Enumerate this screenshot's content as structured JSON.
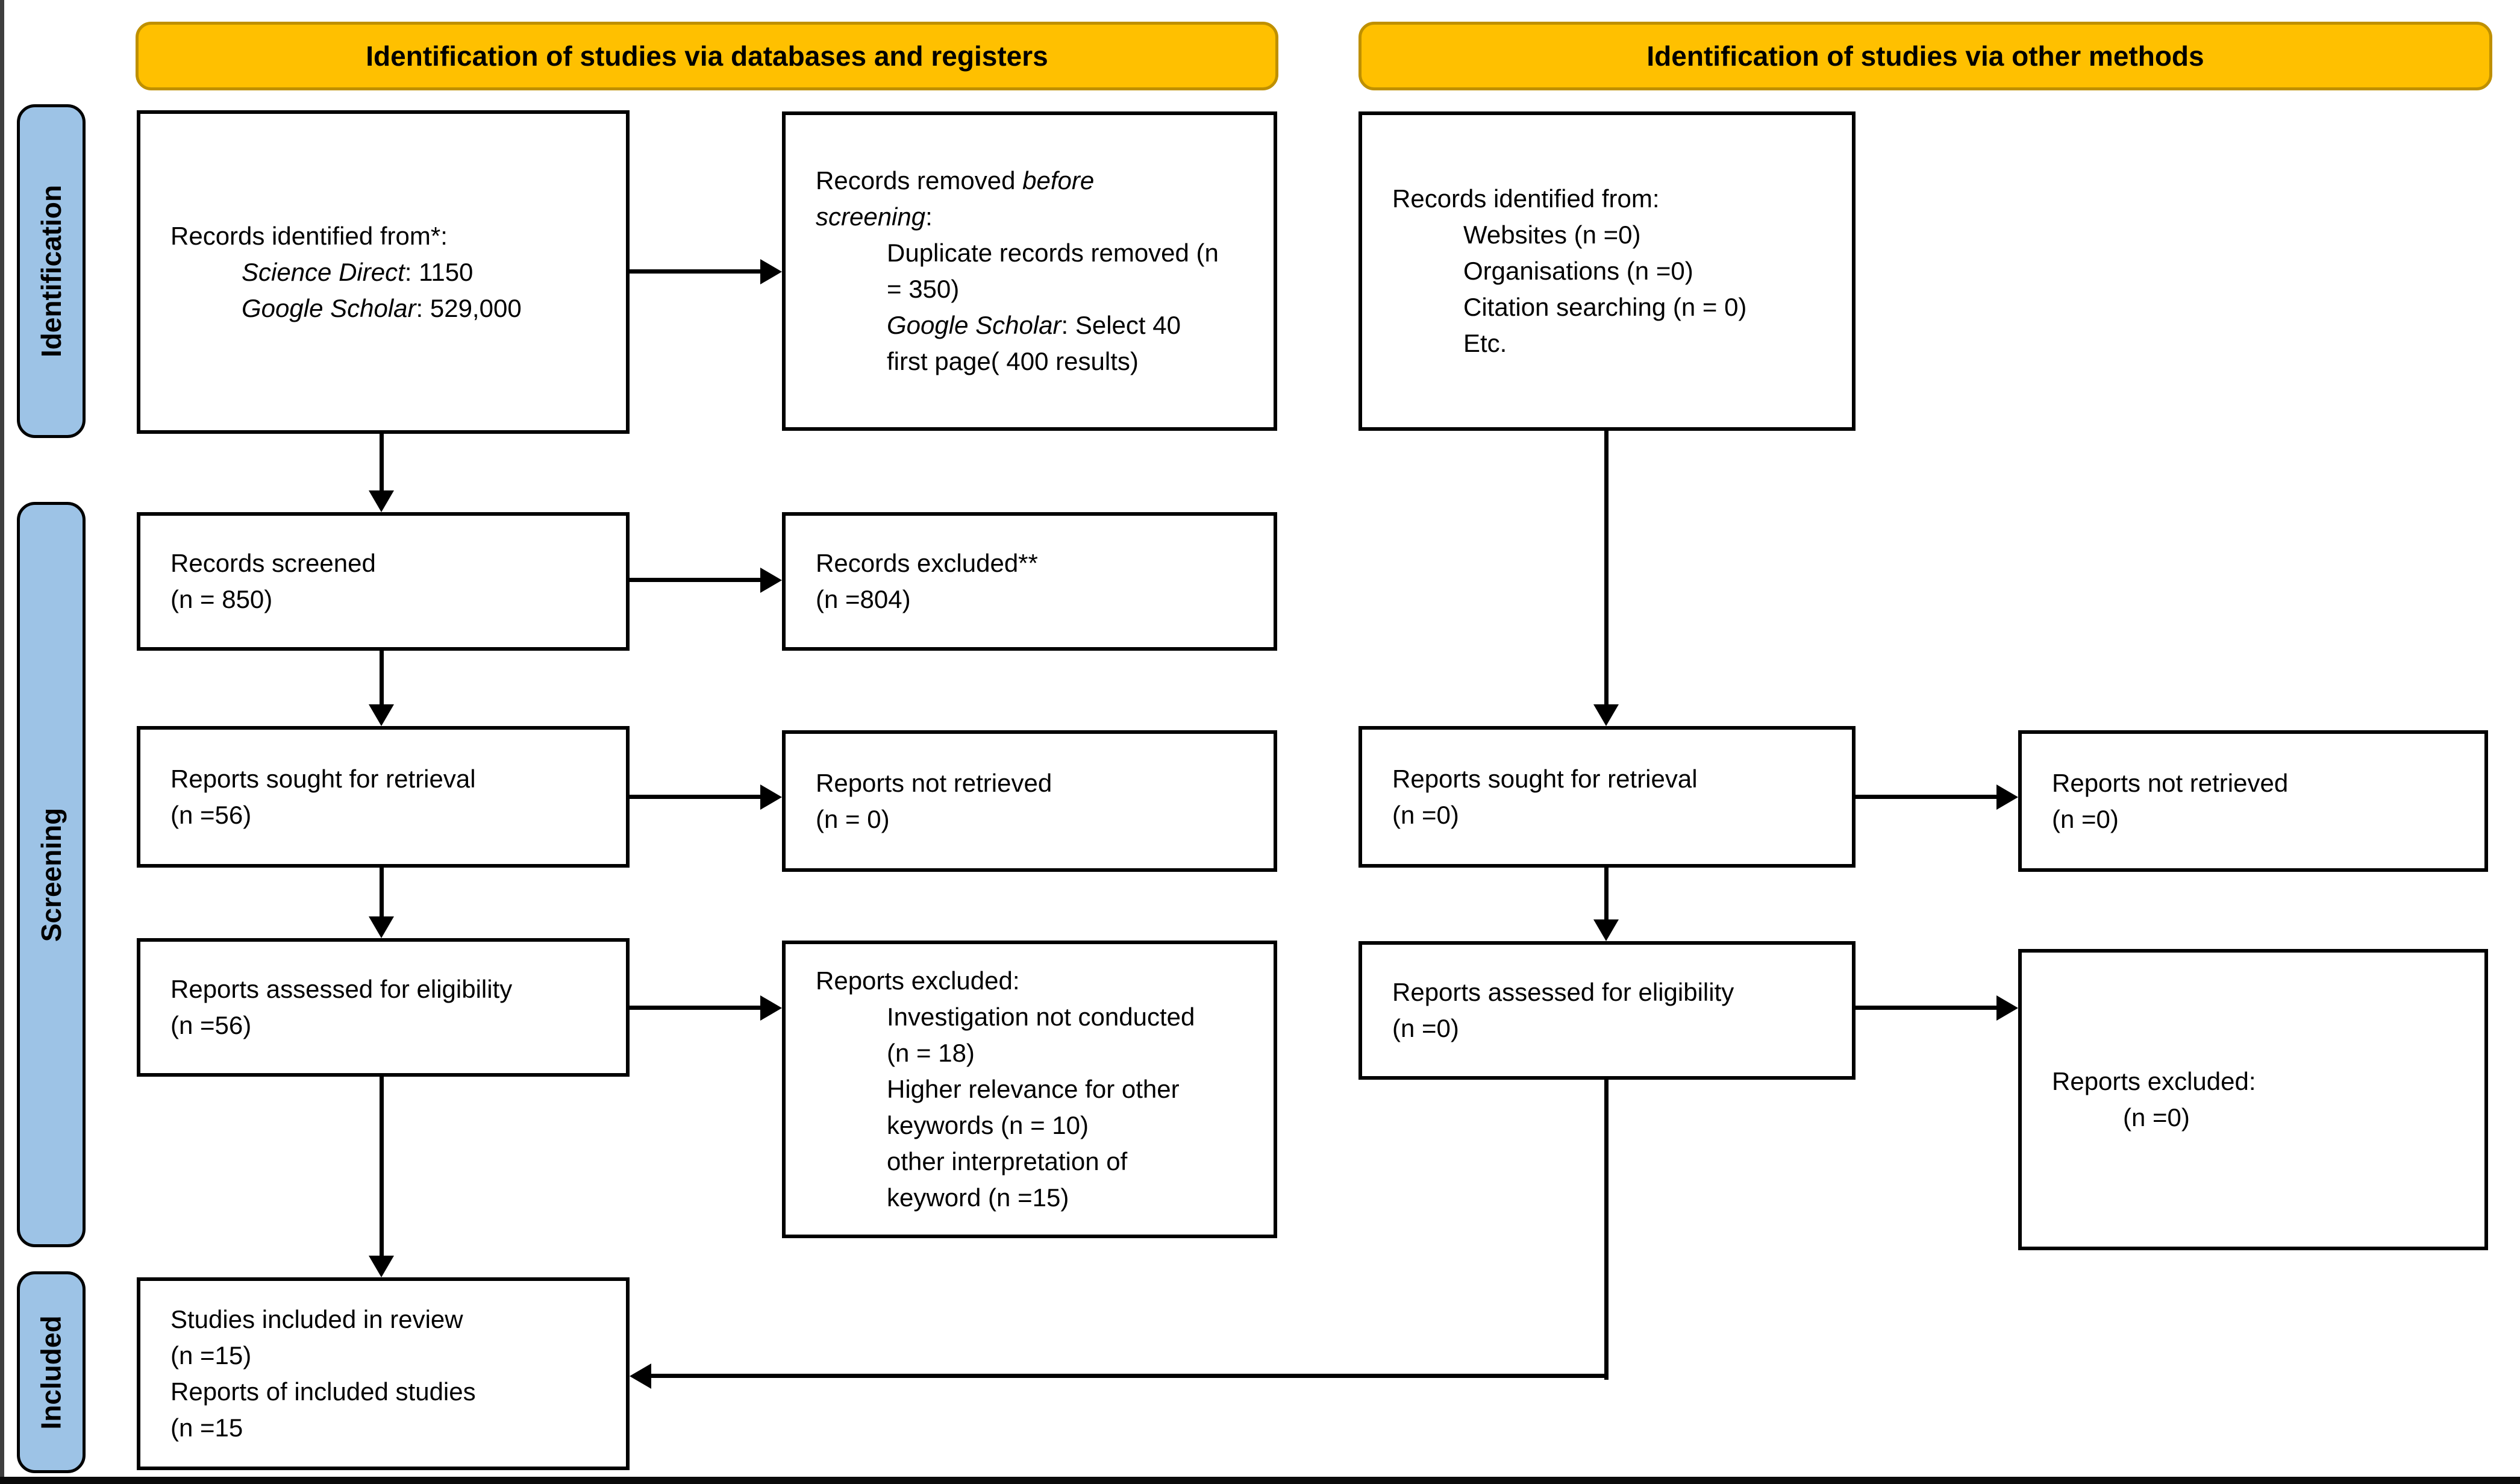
{
  "colors": {
    "banner_fill": "#FFC000",
    "banner_border": "#BF9000",
    "sidebar_fill": "#9DC3E6",
    "line": "#000000"
  },
  "banners": {
    "databases": "Identification of studies via databases and registers",
    "other": "Identification of studies via other methods"
  },
  "sidebar": {
    "identification": "Identification",
    "screening": "Screening",
    "included": "Included"
  },
  "boxes": {
    "db_identified": {
      "lines": [
        {
          "indent": 0,
          "segments": [
            {
              "text": "Records identified from*:"
            }
          ]
        },
        {
          "indent": 1,
          "segments": [
            {
              "text": "Science Direct",
              "italic": true
            },
            {
              "text": ": 1150"
            }
          ]
        },
        {
          "indent": 1,
          "segments": [
            {
              "text": "Google Scholar",
              "italic": true
            },
            {
              "text": ": 529,000"
            }
          ]
        }
      ]
    },
    "db_removed": {
      "lines": [
        {
          "indent": 0,
          "segments": [
            {
              "text": "Records removed "
            },
            {
              "text": "before",
              "italic": true
            }
          ]
        },
        {
          "indent": 0,
          "segments": [
            {
              "text": "screening",
              "italic": true
            },
            {
              "text": ":"
            }
          ]
        },
        {
          "indent": 1,
          "segments": [
            {
              "text": "Duplicate records removed (n"
            }
          ]
        },
        {
          "indent": 1,
          "segments": [
            {
              "text": "= 350)"
            }
          ]
        },
        {
          "indent": 1,
          "segments": [
            {
              "text": "Google Scholar",
              "italic": true
            },
            {
              "text": ": Select 40"
            }
          ]
        },
        {
          "indent": 1,
          "segments": [
            {
              "text": "first page( 400 results)"
            }
          ]
        }
      ]
    },
    "other_identified": {
      "lines": [
        {
          "indent": 0,
          "segments": [
            {
              "text": "Records identified from:"
            }
          ]
        },
        {
          "indent": 1,
          "segments": [
            {
              "text": "Websites (n =0)"
            }
          ]
        },
        {
          "indent": 1,
          "segments": [
            {
              "text": "Organisations (n =0)"
            }
          ]
        },
        {
          "indent": 1,
          "segments": [
            {
              "text": "Citation searching (n = 0)"
            }
          ]
        },
        {
          "indent": 1,
          "segments": [
            {
              "text": "Etc."
            }
          ]
        }
      ]
    },
    "records_screened": {
      "lines": [
        {
          "indent": 0,
          "segments": [
            {
              "text": "Records screened"
            }
          ]
        },
        {
          "indent": 0,
          "segments": [
            {
              "text": "(n = 850)"
            }
          ]
        }
      ]
    },
    "records_excluded": {
      "lines": [
        {
          "indent": 0,
          "segments": [
            {
              "text": "Records excluded**"
            }
          ]
        },
        {
          "indent": 0,
          "segments": [
            {
              "text": "(n =804)"
            }
          ]
        }
      ]
    },
    "reports_sought_db": {
      "lines": [
        {
          "indent": 0,
          "segments": [
            {
              "text": "Reports sought for retrieval"
            }
          ]
        },
        {
          "indent": 0,
          "segments": [
            {
              "text": "(n =56)"
            }
          ]
        }
      ]
    },
    "reports_not_retrieved_db": {
      "lines": [
        {
          "indent": 0,
          "segments": [
            {
              "text": "Reports not retrieved"
            }
          ]
        },
        {
          "indent": 0,
          "segments": [
            {
              "text": "(n = 0)"
            }
          ]
        }
      ]
    },
    "reports_assessed_db": {
      "lines": [
        {
          "indent": 0,
          "segments": [
            {
              "text": "Reports assessed for eligibility"
            }
          ]
        },
        {
          "indent": 0,
          "segments": [
            {
              "text": "(n =56)"
            }
          ]
        }
      ]
    },
    "reports_excluded_db": {
      "lines": [
        {
          "indent": 0,
          "segments": [
            {
              "text": "Reports excluded:"
            }
          ]
        },
        {
          "indent": 1,
          "segments": [
            {
              "text": "Investigation not conducted"
            }
          ]
        },
        {
          "indent": 1,
          "segments": [
            {
              "text": "(n = 18)"
            }
          ]
        },
        {
          "indent": 1,
          "segments": [
            {
              "text": "Higher relevance for other"
            }
          ]
        },
        {
          "indent": 1,
          "segments": [
            {
              "text": "keywords (n = 10)"
            }
          ]
        },
        {
          "indent": 1,
          "segments": [
            {
              "text": "other interpretation of"
            }
          ]
        },
        {
          "indent": 1,
          "segments": [
            {
              "text": "keyword (n =15)"
            }
          ]
        }
      ]
    },
    "reports_sought_other": {
      "lines": [
        {
          "indent": 0,
          "segments": [
            {
              "text": "Reports sought for retrieval"
            }
          ]
        },
        {
          "indent": 0,
          "segments": [
            {
              "text": "(n =0)"
            }
          ]
        }
      ]
    },
    "reports_not_retrieved_other": {
      "lines": [
        {
          "indent": 0,
          "segments": [
            {
              "text": "Reports not retrieved"
            }
          ]
        },
        {
          "indent": 0,
          "segments": [
            {
              "text": "(n =0)"
            }
          ]
        }
      ]
    },
    "reports_assessed_other": {
      "lines": [
        {
          "indent": 0,
          "segments": [
            {
              "text": "Reports assessed for eligibility"
            }
          ]
        },
        {
          "indent": 0,
          "segments": [
            {
              "text": "(n =0)"
            }
          ]
        }
      ]
    },
    "reports_excluded_other": {
      "lines": [
        {
          "indent": 0,
          "segments": [
            {
              "text": "Reports excluded:"
            }
          ]
        },
        {
          "indent": 1,
          "segments": [
            {
              "text": "(n =0)"
            }
          ]
        }
      ]
    },
    "included_studies": {
      "lines": [
        {
          "indent": 0,
          "segments": [
            {
              "text": "Studies included in review"
            }
          ]
        },
        {
          "indent": 0,
          "segments": [
            {
              "text": "(n =15)"
            }
          ]
        },
        {
          "indent": 0,
          "segments": [
            {
              "text": "Reports of included studies"
            }
          ]
        },
        {
          "indent": 0,
          "segments": [
            {
              "text": "(n =15"
            }
          ]
        }
      ]
    }
  }
}
